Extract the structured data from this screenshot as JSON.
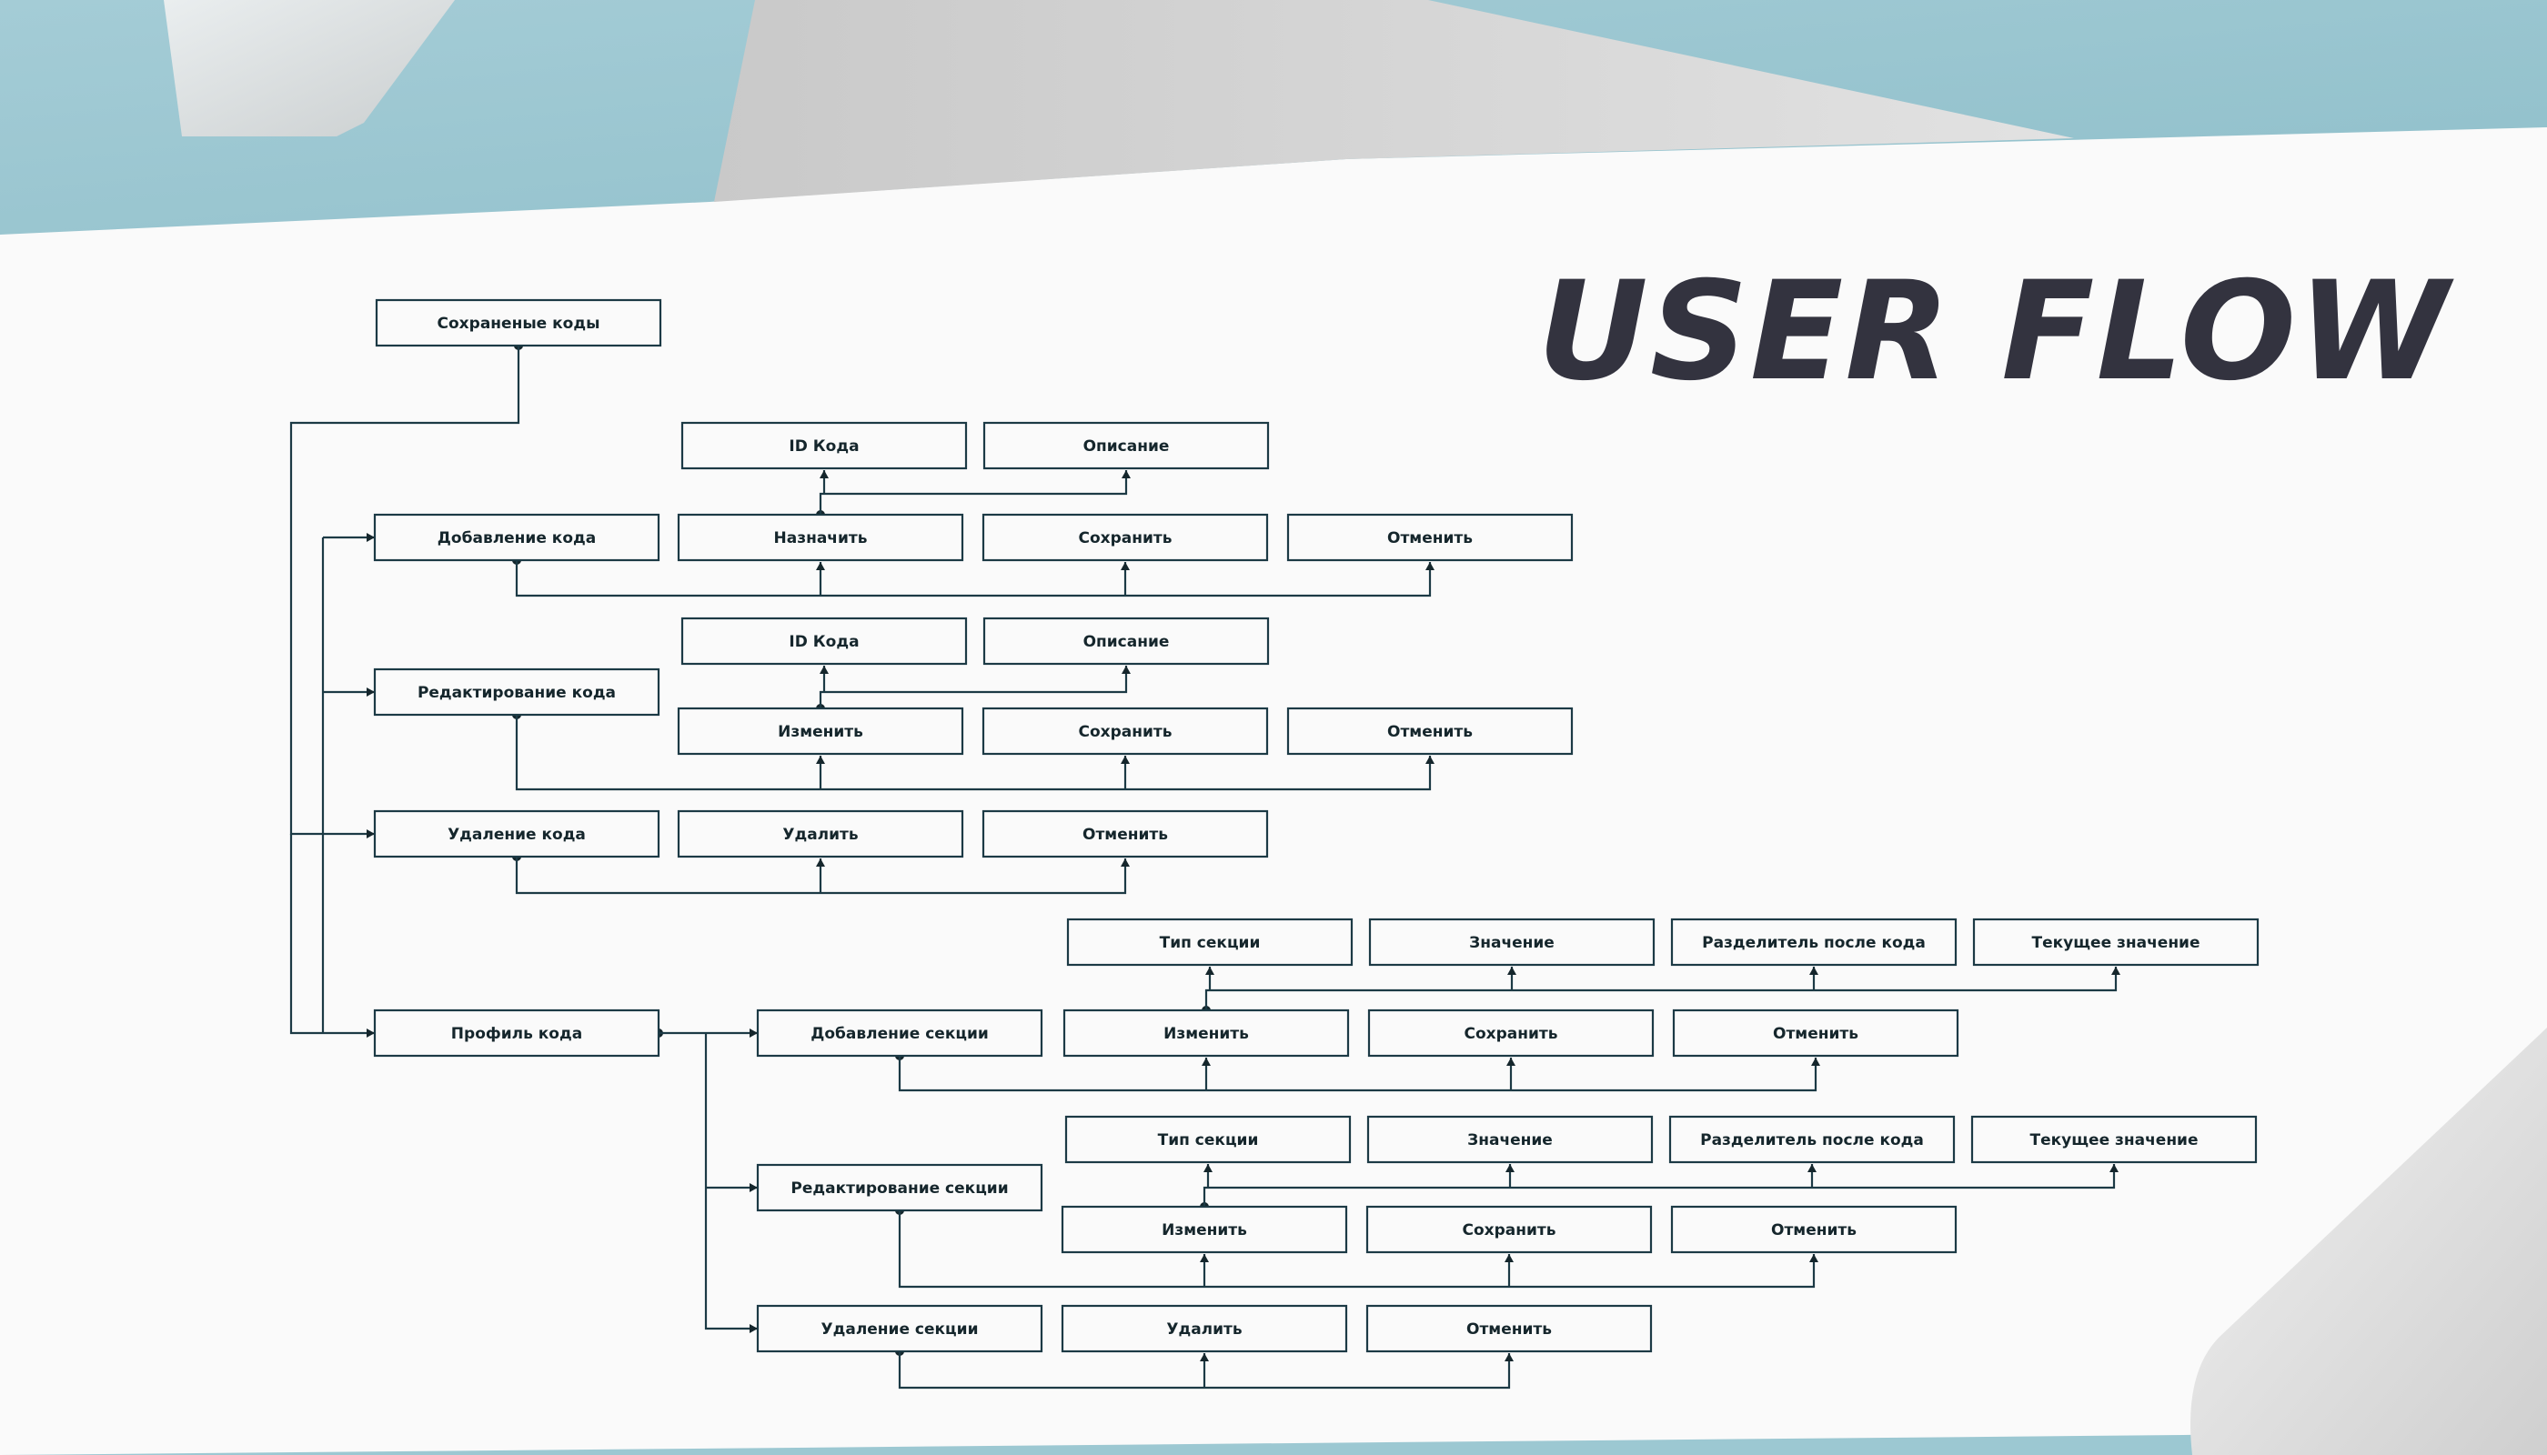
{
  "title": "USER FLOW",
  "colors": {
    "background": "#fafafa",
    "accent_blue": "#9cc8d2",
    "accent_grey": "#d4d4d4",
    "node_stroke": "#1c3a45",
    "node_text": "#15262c",
    "title_text": "#33333f"
  },
  "nodes": {
    "saved_codes": "Сохраненые коды",
    "add_code": "Добавление кода",
    "add_code_assign": "Назначить",
    "add_code_save": "Сохранить",
    "add_code_cancel": "Отменить",
    "add_code_id": "ID Кода",
    "add_code_desc": "Описание",
    "edit_code": "Редактирование кода",
    "edit_code_change": "Изменить",
    "edit_code_save": "Сохранить",
    "edit_code_cancel": "Отменить",
    "edit_code_id": "ID Кода",
    "edit_code_desc": "Описание",
    "delete_code": "Удаление кода",
    "delete_code_delete": "Удалить",
    "delete_code_cancel": "Отменить",
    "code_profile": "Профиль кода",
    "add_section": "Добавление секции",
    "add_section_change": "Изменить",
    "add_section_save": "Сохранить",
    "add_section_cancel": "Отменить",
    "add_section_type": "Тип секции",
    "add_section_value": "Значение",
    "add_section_separator": "Разделитель после кода",
    "add_section_current": "Текущее значение",
    "edit_section": "Редактирование секции",
    "edit_section_change": "Изменить",
    "edit_section_save": "Сохранить",
    "edit_section_cancel": "Отменить",
    "edit_section_type": "Тип секции",
    "edit_section_value": "Значение",
    "edit_section_separator": "Разделитель после кода",
    "edit_section_current": "Текущее значение",
    "delete_section": "Удаление секции",
    "delete_section_delete": "Удалить",
    "delete_section_cancel": "Отменить"
  }
}
